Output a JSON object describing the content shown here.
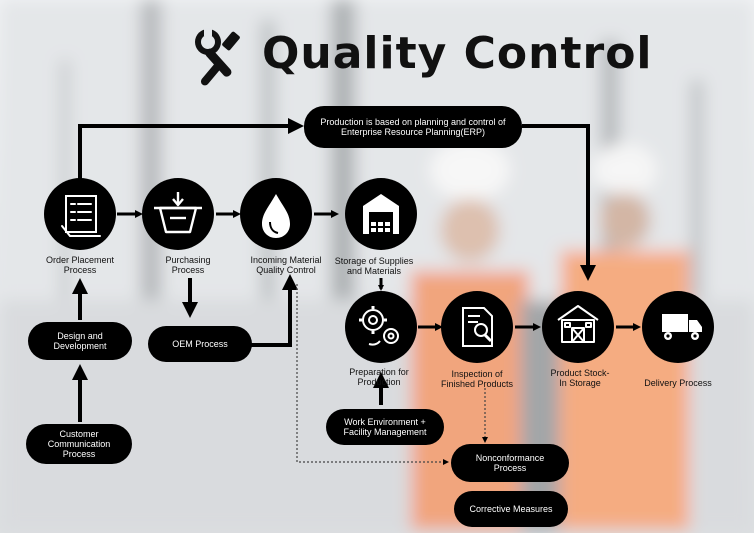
{
  "title": "Quality Control",
  "top_banner": {
    "line1": "Production is based on planning and control of",
    "line2": "Enterprise Resource Planning(ERP)"
  },
  "nodes": {
    "order_placement": {
      "line1": "Order Placement",
      "line2": "Process",
      "icon": "checklist-icon"
    },
    "purchasing": {
      "line1": "Purchasing",
      "line2": "Process",
      "icon": "basket-icon"
    },
    "incoming_material": {
      "line1": "Incoming Material",
      "line2": "Quality Control",
      "icon": "drop-icon"
    },
    "storage_supplies": {
      "line1": "Storage of Supplies",
      "line2": "and Materials",
      "icon": "warehouse-icon"
    },
    "preparation": {
      "line1": "Preparation for",
      "line2": "Production",
      "icon": "gears-icon"
    },
    "inspection": {
      "line1": "Inspection of",
      "line2": "Finished Products",
      "icon": "document-inspect-icon"
    },
    "product_stock": {
      "line1": "Product Stock-",
      "line2": "In Storage",
      "icon": "barn-icon"
    },
    "delivery": {
      "line1": "Delivery Process",
      "icon": "truck-icon"
    }
  },
  "pills": {
    "design_dev": {
      "line1": "Design and",
      "line2": "Development"
    },
    "customer_comm": {
      "line1": "Customer",
      "line2": "Communication",
      "line3": "Process"
    },
    "oem": {
      "line1": "OEM Process"
    },
    "work_env": {
      "line1": "Work Environment +",
      "line2": "Facility Management"
    },
    "nonconformance": {
      "line1": "Nonconformance",
      "line2": "Process"
    },
    "corrective": {
      "line1": "Corrective Measures"
    }
  },
  "colors": {
    "ink": "#000000",
    "text": "#111111",
    "background": "#dfe2e5"
  }
}
